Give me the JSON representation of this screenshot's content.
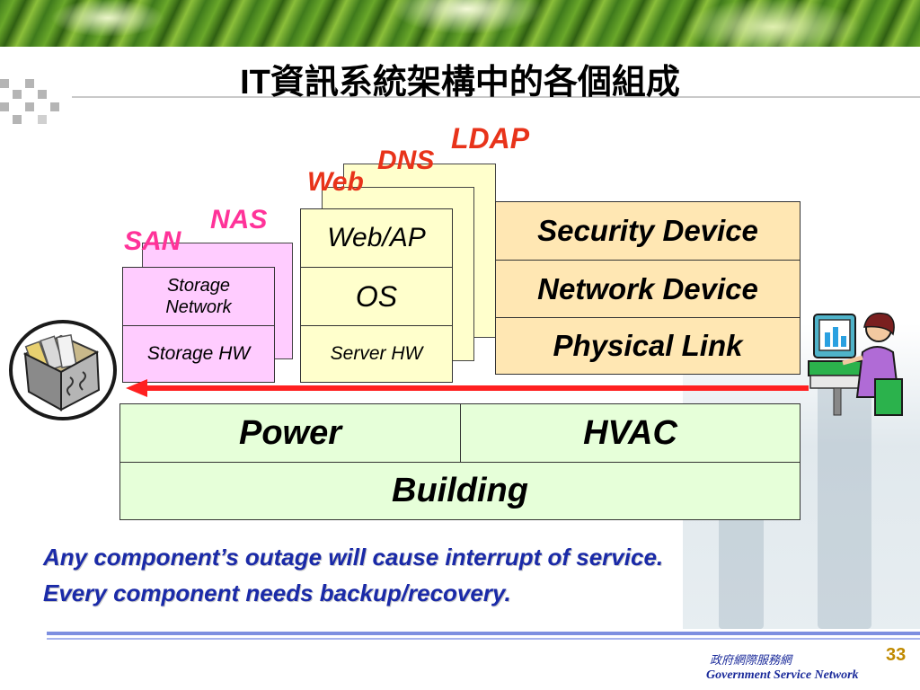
{
  "title": {
    "prefix": "IT",
    "main": "資訊系統架構中的各個組成"
  },
  "stacks": {
    "storage": {
      "san_label": "SAN",
      "nas_label": "NAS",
      "storage_network": "Storage\nNetwork",
      "storage_hw": "Storage HW"
    },
    "server": {
      "web_label": "Web",
      "dns_label": "DNS",
      "ldap_label": "LDAP",
      "web_ap": "Web/AP",
      "os": "OS",
      "server_hw": "Server HW"
    },
    "network": {
      "security_device": "Security Device",
      "network_device": "Network Device",
      "physical_link": "Physical Link"
    }
  },
  "infrastructure": {
    "power": "Power",
    "hvac": "HVAC",
    "building": "Building"
  },
  "message": {
    "line1": "Any component’s outage will cause interrupt of service.",
    "line2": "Every component needs backup/recovery."
  },
  "footer": {
    "org_zh": "政府網際服務網",
    "org_en": "Government Service Network",
    "page": "33"
  },
  "colors": {
    "storage_fill": "#ffccff",
    "server_fill": "#ffffcc",
    "network_fill": "#ffe7b3",
    "infra_fill": "#e6ffd9",
    "arrow": "#ff2020",
    "message_text": "#1a2aa8"
  },
  "icons": [
    "file-cabinet-icon",
    "person-at-computer-icon"
  ]
}
